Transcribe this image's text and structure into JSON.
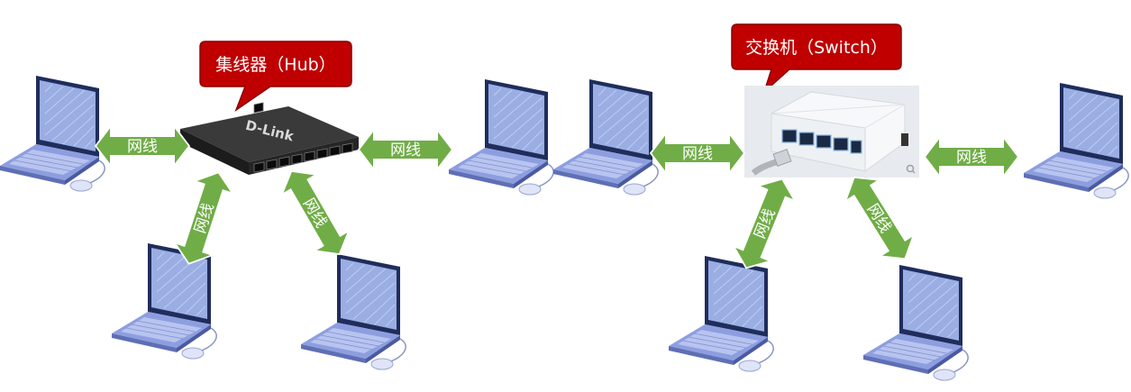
{
  "hub_section": {
    "callout": "集线器（Hub）",
    "device_brand": "D-Link",
    "links": [
      {
        "label": "网线"
      },
      {
        "label": "网线"
      },
      {
        "label": "网线"
      },
      {
        "label": "网线"
      }
    ]
  },
  "switch_section": {
    "callout": "交换机（Switch）",
    "links": [
      {
        "label": "网线"
      },
      {
        "label": "网线"
      },
      {
        "label": "网线"
      },
      {
        "label": "网线"
      }
    ]
  },
  "colors": {
    "callout_fill": "#c00000",
    "arrow_fill": "#70ad47",
    "arrow_stroke": "#ffffff",
    "laptop_screen": "#8fa2d9",
    "laptop_frame": "#1f2d5c",
    "laptop_base": "#a9b6e6",
    "hub_body": "#2a2a2a",
    "switch_body": "#f4f6f8"
  }
}
